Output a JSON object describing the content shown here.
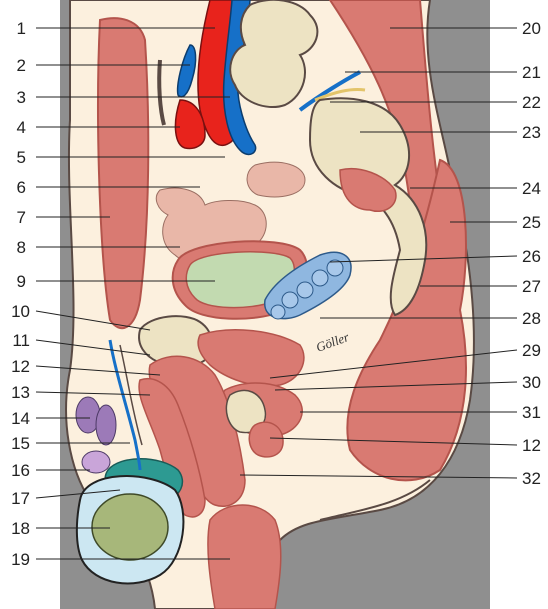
{
  "labels_left": [
    "1",
    "2",
    "3",
    "4",
    "5",
    "6",
    "7",
    "8",
    "9",
    "10",
    "11",
    "12",
    "13",
    "14",
    "15",
    "16",
    "17",
    "18",
    "19"
  ],
  "labels_right": [
    "20",
    "21",
    "22",
    "23",
    "24",
    "25",
    "26",
    "27",
    "28",
    "29",
    "30",
    "31",
    "12",
    "32"
  ],
  "signature": "Göller",
  "colors": {
    "background": "#8f8f8f",
    "skin": "#fcf0de",
    "muscle": "#d97a72",
    "muscle_dark": "#b4544c",
    "artery": "#e8231c",
    "vein": "#1670c8",
    "bowel": "#ede3c3",
    "bladder_fill": "#c2dab0",
    "testis": "#a7b77a",
    "gland": "#2d9a92",
    "bone": "#e9b7a8",
    "nerve": "#e3c46a",
    "prostate_vessels": "#8fb7e0"
  }
}
